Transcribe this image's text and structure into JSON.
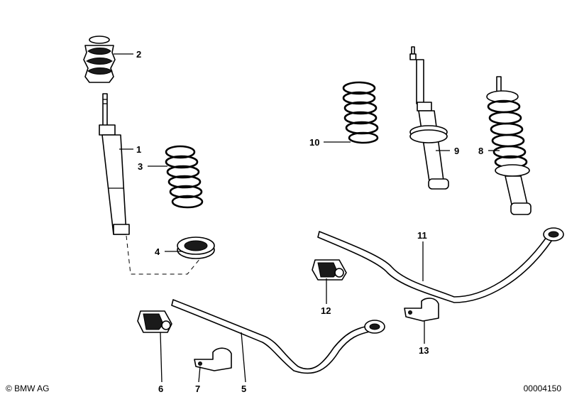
{
  "diagram": {
    "callouts": [
      {
        "id": "1",
        "text": "1"
      },
      {
        "id": "2",
        "text": "2"
      },
      {
        "id": "3",
        "text": "3"
      },
      {
        "id": "4",
        "text": "4"
      },
      {
        "id": "5",
        "text": "5"
      },
      {
        "id": "6",
        "text": "6"
      },
      {
        "id": "7",
        "text": "7"
      },
      {
        "id": "8",
        "text": "8"
      },
      {
        "id": "9",
        "text": "9"
      },
      {
        "id": "10",
        "text": "10"
      },
      {
        "id": "11",
        "text": "11"
      },
      {
        "id": "12",
        "text": "12"
      },
      {
        "id": "13",
        "text": "13"
      }
    ]
  },
  "footer": {
    "copyright": "© BMW AG",
    "doc_number": "00004150"
  }
}
